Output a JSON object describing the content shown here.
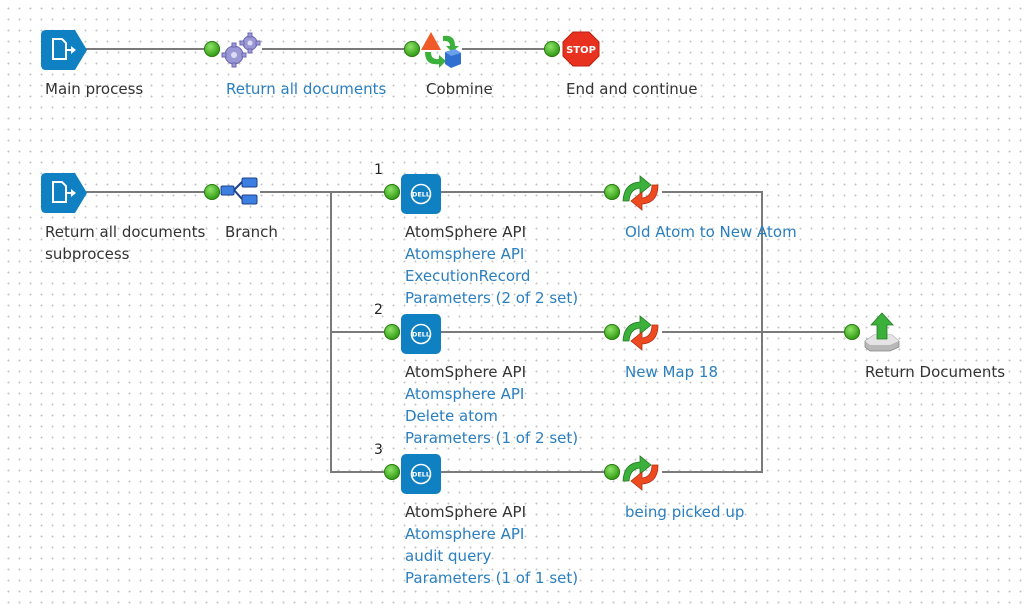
{
  "main_process": {
    "start": {
      "label": "Main process"
    },
    "steps": [
      {
        "label": "Return all documents",
        "icon": "gears-icon",
        "link": true
      },
      {
        "label": "Cobmine",
        "icon": "combine-icon",
        "link": false
      },
      {
        "label": "End and continue",
        "icon": "stop-icon",
        "link": false
      }
    ]
  },
  "subprocess": {
    "start": {
      "label_line1": "Return all documents",
      "label_line2": "subprocess"
    },
    "branch": {
      "label": "Branch"
    },
    "branches": [
      {
        "number": "1",
        "connector": {
          "title": "AtomSphere API",
          "line2": "Atomsphere API",
          "line3": "ExecutionRecord",
          "line4": "Parameters (2 of 2 set)"
        },
        "map": {
          "label": "Old Atom to New Atom"
        }
      },
      {
        "number": "2",
        "connector": {
          "title": "AtomSphere API",
          "line2": "Atomsphere API",
          "line3": "Delete atom",
          "line4": "Parameters (1 of 2 set)"
        },
        "map": {
          "label": "New Map 18"
        }
      },
      {
        "number": "3",
        "connector": {
          "title": "AtomSphere API",
          "line2": "Atomsphere API",
          "line3": "audit query",
          "line4": "Parameters (1 of 1 set)"
        },
        "map": {
          "label": "being picked up"
        }
      }
    ],
    "return": {
      "label": "Return Documents"
    }
  },
  "colors": {
    "accent": "#0f80c1",
    "link": "#2a7fbf",
    "connector_line": "#7a7a7a"
  }
}
